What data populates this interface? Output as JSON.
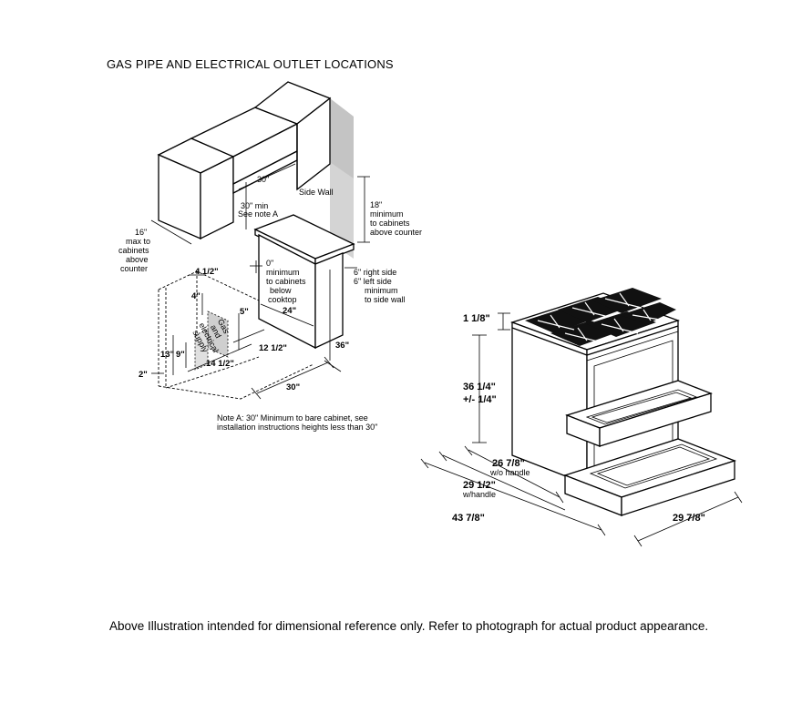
{
  "title": "GAS PIPE AND ELECTRICAL OUTLET LOCATIONS",
  "footer": "Above Illustration intended for dimensional reference only. Refer to photograph for actual product appearance.",
  "left_diagram": {
    "dim_30_top": "30\"",
    "side_wall": "Side Wall",
    "min30_line1": "30\" min",
    "min30_line2": "See note A",
    "min18": [
      "18\"",
      "minimum",
      "to cabinets",
      "above counter"
    ],
    "max16": [
      "16\"",
      "max to",
      "cabinets",
      "above",
      "counter"
    ],
    "min0": [
      "0\"",
      "minimum",
      "to cabinets",
      "below",
      "cooktop"
    ],
    "side_clear": [
      "6\" right side",
      "6\" left side",
      "minimum",
      "to side wall"
    ],
    "dim_4_1_2": "4 1/2\"",
    "dim_4": "4\"",
    "dim_5": "5\"",
    "dim_24": "24\"",
    "dim_13": "13\"",
    "dim_9": "9\"",
    "dim_12_1_2": "12 1/2\"",
    "dim_14_1_2": "14 1/2\"",
    "dim_36": "36\"",
    "dim_2": "2\"",
    "dim_30_bottom": "30\"",
    "supply": [
      "Gas",
      "and",
      "electrical",
      "supply"
    ],
    "note_a": [
      "Note A: 30\" Minimum to bare cabinet, see",
      "installation instructions heights less than 30\""
    ]
  },
  "right_diagram": {
    "dim_1_1_8": "1 1/8\"",
    "dim_36_1_4": "36 1/4\"",
    "dim_tol": "+/- 1/4\"",
    "dim_26_7_8": "26 7/8\"",
    "wo_handle": "w/o handle",
    "dim_29_1_2": "29 1/2\"",
    "w_handle": "w/handle",
    "dim_43_7_8": "43 7/8\"",
    "dim_29_7_8": "29 7/8\""
  }
}
